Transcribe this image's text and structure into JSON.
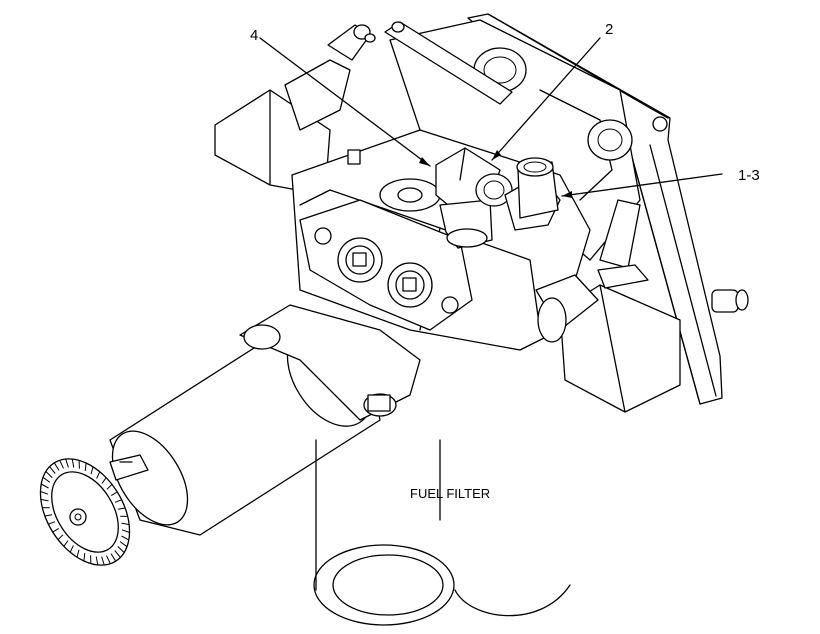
{
  "callouts": {
    "c1": "4",
    "c2": "2",
    "c3": "1-3"
  },
  "caption": "FUEL FILTER"
}
